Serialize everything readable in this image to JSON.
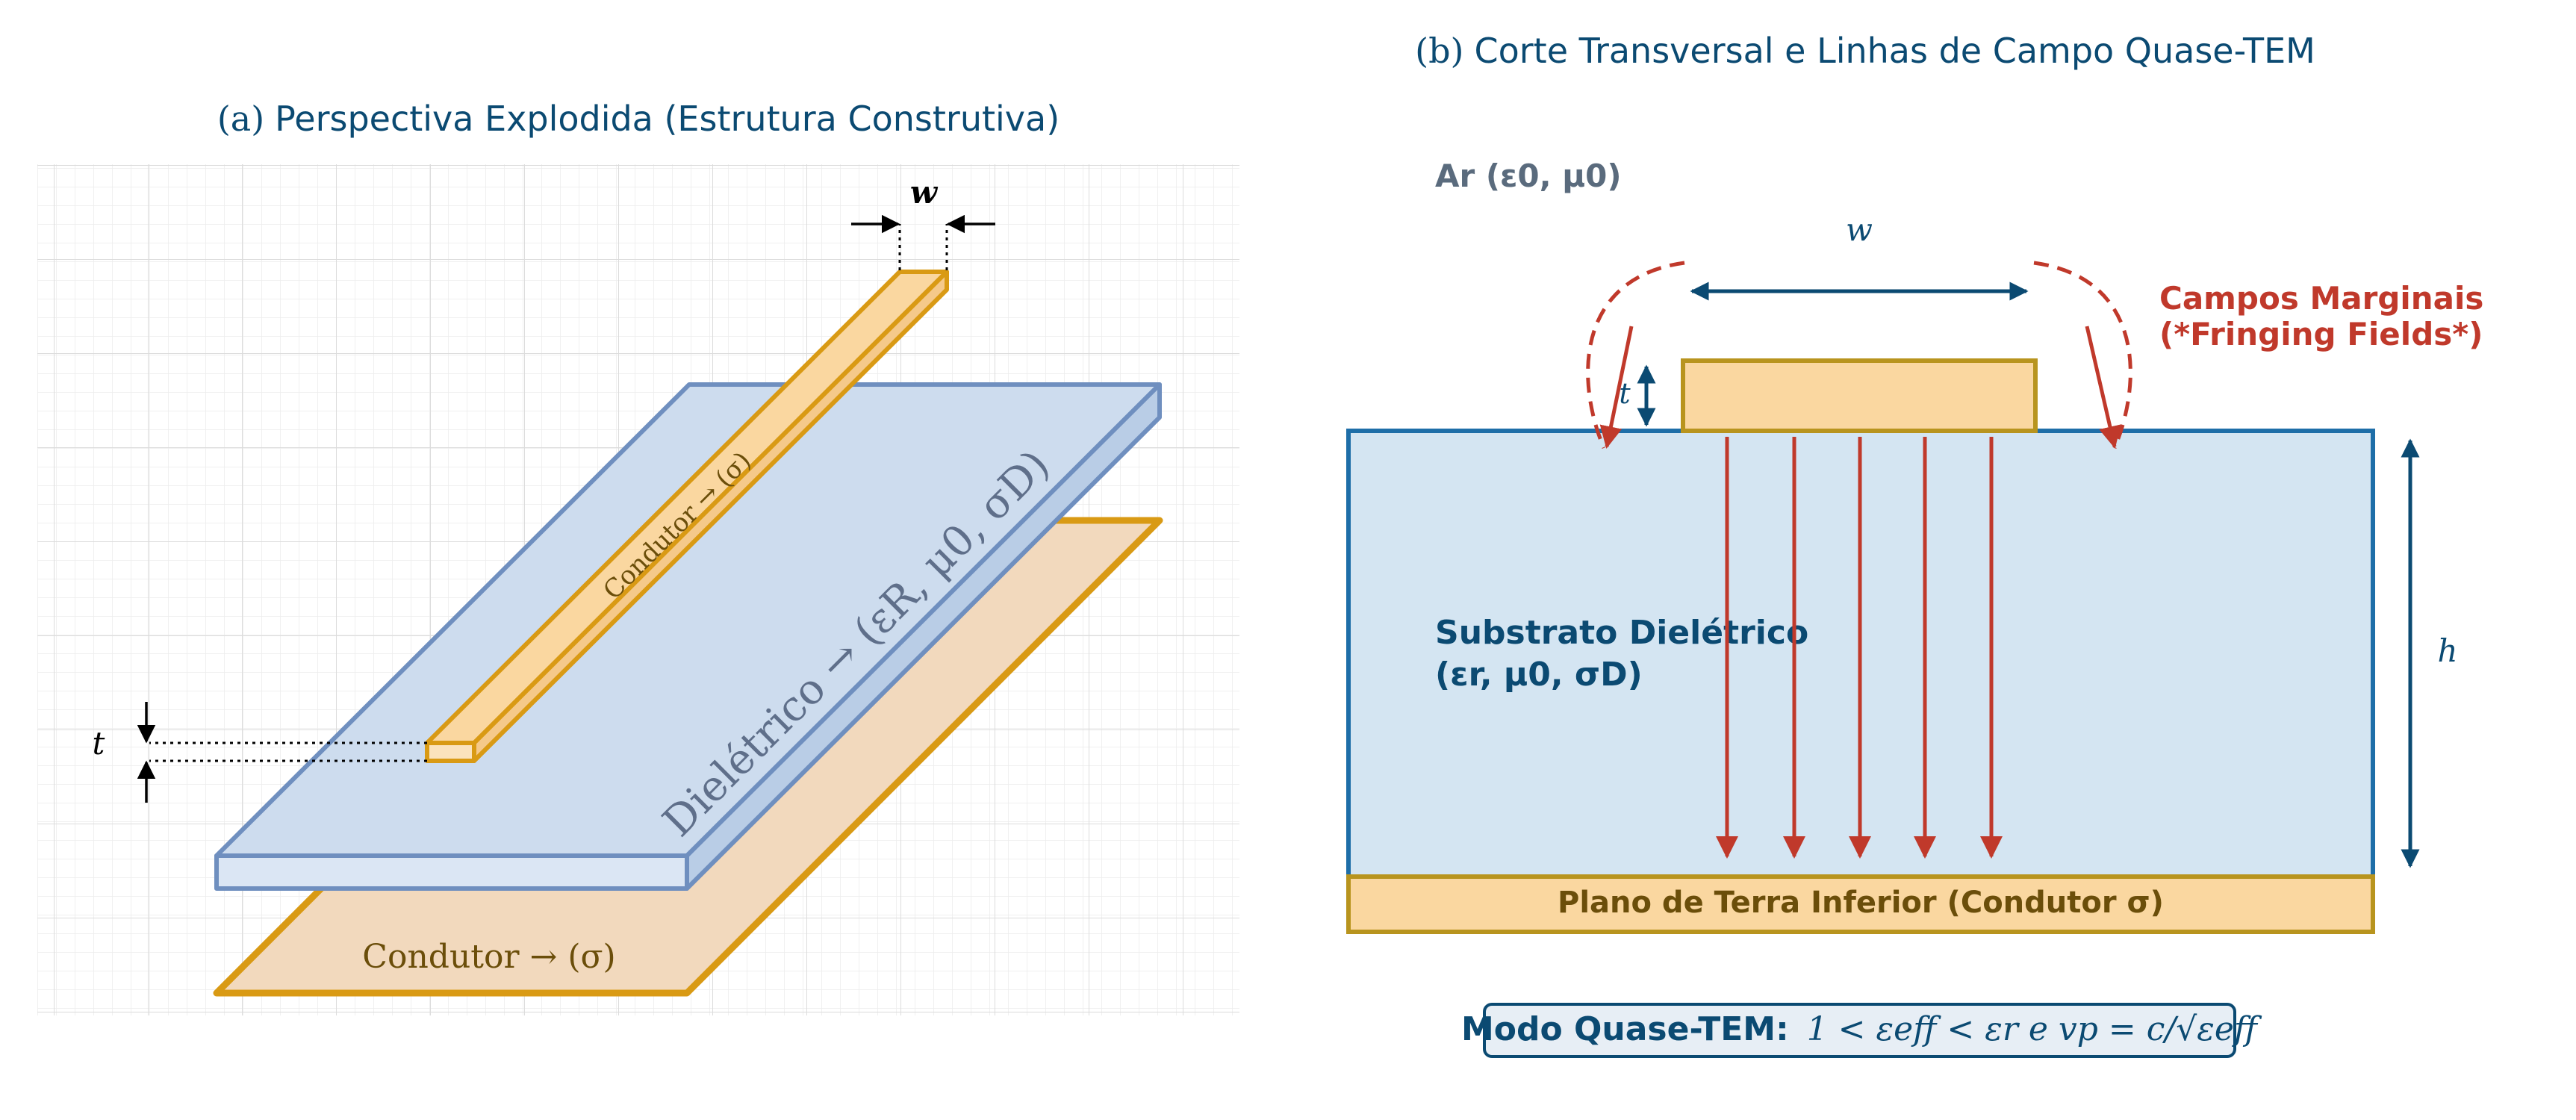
{
  "panel_a": {
    "title_prefix": "(a)",
    "title_text": "Perspectiva Explodida (Estrutura Construtiva)",
    "dim_w": "w",
    "dim_t": "t",
    "strip_label": "Condutor → (σ)",
    "dielectric_label": "Dielétrico → (εR, μ0, σD)",
    "ground_label": "Condutor → (σ)"
  },
  "panel_b": {
    "title_prefix": "(b)",
    "title_text": "Corte Transversal e Linhas de Campo Quase-TEM",
    "air_label": "Ar (ε0, μ0)",
    "dim_w": "w",
    "dim_t": "t",
    "dim_h": "h",
    "fringing_line1": "Campos Marginais",
    "fringing_line2": "(*Fringing Fields*)",
    "substrate_line1": "Substrato Dielétrico",
    "substrate_line2": "(εr, μ0, σD)",
    "ground_label": "Plano de Terra Inferior (Condutor σ)",
    "mode_bold": "Modo Quase-TEM:",
    "mode_formula": "1 < εeff < εr e vp = c/√εeff"
  },
  "colors": {
    "title": "#0b4a72",
    "dielectric_fill": "#cddcee",
    "dielectric_stroke": "#6f8fbf",
    "conductor_fill": "#f2d9bd",
    "conductor_stroke": "#d99a14",
    "strip_fill": "#fad7a0",
    "strip_stroke": "#b8941e",
    "substrate_fill": "#d4e5f2",
    "substrate_stroke": "#1e6ea8",
    "field_red": "#c0392b",
    "dim_blue": "#0b4a72"
  }
}
